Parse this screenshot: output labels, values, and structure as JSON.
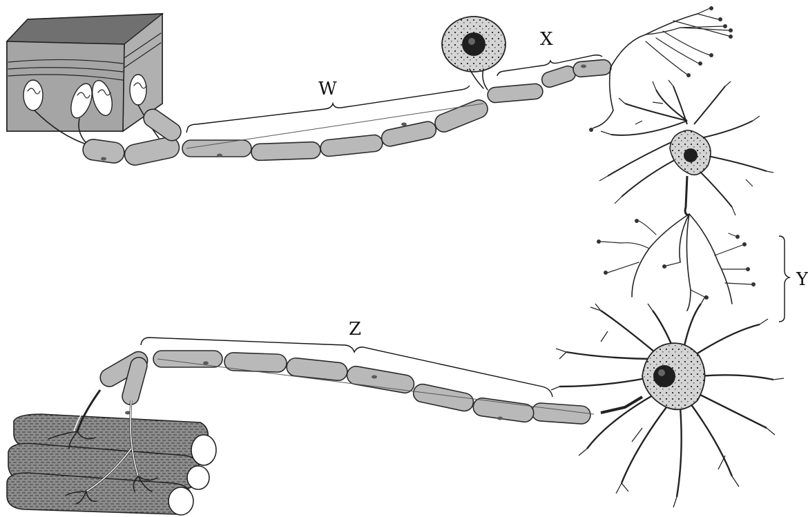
{
  "labels": {
    "w": "W",
    "x": "X",
    "y": "Y",
    "z": "Z"
  },
  "colors": {
    "myelin": "#b9b9b9",
    "outline": "#2a2a2a",
    "cell_body": "#cfcfcf",
    "tissue": "#8a8a8a"
  }
}
